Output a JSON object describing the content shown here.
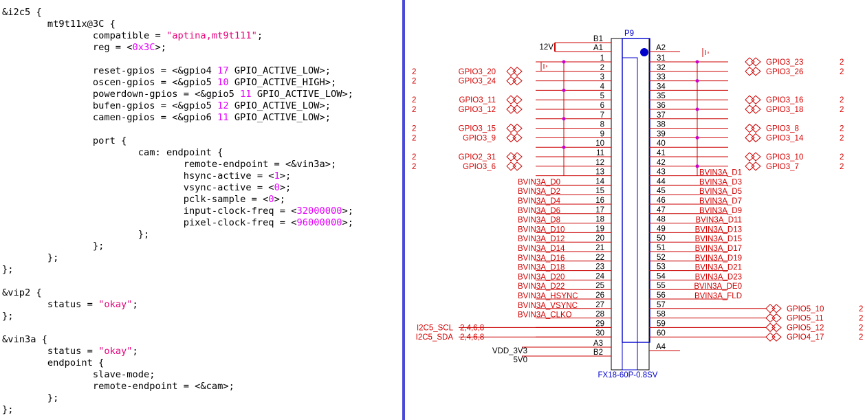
{
  "code": {
    "lines": [
      [
        {
          "t": "&i2c5 {"
        }
      ],
      [
        {
          "t": "        mt9t11x@3C {"
        }
      ],
      [
        {
          "t": "                compatible = "
        },
        {
          "t": "\"aptina,mt9t111\"",
          "c": "str"
        },
        {
          "t": ";"
        }
      ],
      [
        {
          "t": "                reg = <"
        },
        {
          "t": "0x3C",
          "c": "num"
        },
        {
          "t": ">;"
        }
      ],
      [
        {
          "t": ""
        }
      ],
      [
        {
          "t": "                reset-gpios = <&gpio4 "
        },
        {
          "t": "17",
          "c": "num"
        },
        {
          "t": " GPIO_ACTIVE_LOW>;"
        }
      ],
      [
        {
          "t": "                oscen-gpios = <&gpio5 "
        },
        {
          "t": "10",
          "c": "num"
        },
        {
          "t": " GPIO_ACTIVE_HIGH>;"
        }
      ],
      [
        {
          "t": "                powerdown-gpios = <&gpio5 "
        },
        {
          "t": "11",
          "c": "num"
        },
        {
          "t": " GPIO_ACTIVE_LOW>;"
        }
      ],
      [
        {
          "t": "                bufen-gpios = <&gpio5 "
        },
        {
          "t": "12",
          "c": "num"
        },
        {
          "t": " GPIO_ACTIVE_LOW>;"
        }
      ],
      [
        {
          "t": "                camen-gpios = <&gpio6 "
        },
        {
          "t": "11",
          "c": "num"
        },
        {
          "t": " GPIO_ACTIVE_LOW>;"
        }
      ],
      [
        {
          "t": ""
        }
      ],
      [
        {
          "t": "                port {"
        }
      ],
      [
        {
          "t": "                        cam: endpoint {"
        }
      ],
      [
        {
          "t": "                                remote-endpoint = <&vin3a>;"
        }
      ],
      [
        {
          "t": "                                hsync-active = <"
        },
        {
          "t": "1",
          "c": "num"
        },
        {
          "t": ">;"
        }
      ],
      [
        {
          "t": "                                vsync-active = <"
        },
        {
          "t": "0",
          "c": "num"
        },
        {
          "t": ">;"
        }
      ],
      [
        {
          "t": "                                pclk-sample = <"
        },
        {
          "t": "0",
          "c": "num"
        },
        {
          "t": ">;"
        }
      ],
      [
        {
          "t": "                                input-clock-freq = <"
        },
        {
          "t": "32000000",
          "c": "num"
        },
        {
          "t": ">;"
        }
      ],
      [
        {
          "t": "                                pixel-clock-freq = <"
        },
        {
          "t": "96000000",
          "c": "num"
        },
        {
          "t": ">;"
        }
      ],
      [
        {
          "t": "                        };"
        }
      ],
      [
        {
          "t": "                };"
        }
      ],
      [
        {
          "t": "        };"
        }
      ],
      [
        {
          "t": "};"
        }
      ],
      [
        {
          "t": ""
        }
      ],
      [
        {
          "t": "&vip2 {"
        }
      ],
      [
        {
          "t": "        status = "
        },
        {
          "t": "\"okay\"",
          "c": "str"
        },
        {
          "t": ";"
        }
      ],
      [
        {
          "t": "};"
        }
      ],
      [
        {
          "t": ""
        }
      ],
      [
        {
          "t": "&vin3a {"
        }
      ],
      [
        {
          "t": "        status = "
        },
        {
          "t": "\"okay\"",
          "c": "str"
        },
        {
          "t": ";"
        }
      ],
      [
        {
          "t": "        endpoint {"
        }
      ],
      [
        {
          "t": "                slave-mode;"
        }
      ],
      [
        {
          "t": "                remote-endpoint = <&cam>;"
        }
      ],
      [
        {
          "t": "        };"
        }
      ],
      [
        {
          "t": "};"
        }
      ]
    ]
  },
  "schematic": {
    "colors": {
      "wire": "#cc0000",
      "net": "#d40000",
      "body": "#0000cc",
      "bus": "#800080",
      "junction": "#cc00cc",
      "pin": "#000000"
    },
    "connector": {
      "ref": "P9",
      "part": "FX18-60P-0.8SV"
    },
    "power": {
      "v12": "12V",
      "vdd": "VDD_3V3",
      "v5": "5V0"
    },
    "special_left": [
      {
        "pin": "B1",
        "net": "12V"
      },
      {
        "pin": "A1",
        "net": ""
      },
      {
        "pin": "A3",
        "net": "VDD_3V3"
      },
      {
        "pin": "B2",
        "net": "5V0"
      }
    ],
    "special_right": [
      {
        "pin": "A2"
      },
      {
        "pin": "A4"
      }
    ],
    "left_pins": [
      "1",
      "2",
      "3",
      "4",
      "5",
      "6",
      "7",
      "8",
      "9",
      "10",
      "11",
      "12",
      "13",
      "14",
      "15",
      "16",
      "17",
      "18",
      "19",
      "20",
      "21",
      "22",
      "23",
      "24",
      "25",
      "26",
      "27",
      "28",
      "29",
      "30"
    ],
    "right_pins": [
      "31",
      "32",
      "33",
      "34",
      "35",
      "36",
      "37",
      "38",
      "39",
      "40",
      "41",
      "42",
      "43",
      "44",
      "45",
      "46",
      "47",
      "48",
      "49",
      "50",
      "51",
      "52",
      "53",
      "54",
      "55",
      "56",
      "57",
      "58",
      "59",
      "60"
    ],
    "left_gpio": [
      {
        "pin": "2",
        "net": "GPIO3_20",
        "sheet": "2"
      },
      {
        "pin": "3",
        "net": "GPIO3_24",
        "sheet": "2"
      },
      {
        "pin": "5",
        "net": "GPIO3_11",
        "sheet": "2"
      },
      {
        "pin": "6",
        "net": "GPIO3_12",
        "sheet": "2"
      },
      {
        "pin": "8",
        "net": "GPIO3_15",
        "sheet": "2"
      },
      {
        "pin": "9",
        "net": "GPIO3_9",
        "sheet": "2"
      },
      {
        "pin": "11",
        "net": "GPIO2_31",
        "sheet": "2"
      },
      {
        "pin": "12",
        "net": "GPIO3_6",
        "sheet": "2"
      }
    ],
    "right_gpio": [
      {
        "pin": "31",
        "net": "GPIO3_23",
        "sheet": "2"
      },
      {
        "pin": "32",
        "net": "GPIO3_26",
        "sheet": "2"
      },
      {
        "pin": "35",
        "net": "GPIO3_16",
        "sheet": "2"
      },
      {
        "pin": "36",
        "net": "GPIO3_18",
        "sheet": "2"
      },
      {
        "pin": "38",
        "net": "GPIO3_8",
        "sheet": "2"
      },
      {
        "pin": "39",
        "net": "GPIO3_14",
        "sheet": "2"
      },
      {
        "pin": "41",
        "net": "GPIO3_10",
        "sheet": "2"
      },
      {
        "pin": "42",
        "net": "GPIO3_7",
        "sheet": "2"
      },
      {
        "pin": "57",
        "net": "GPIO5_10",
        "sheet": "2"
      },
      {
        "pin": "58",
        "net": "GPIO5_11",
        "sheet": "2"
      },
      {
        "pin": "59",
        "net": "GPIO5_12",
        "sheet": "2"
      },
      {
        "pin": "60",
        "net": "GPIO4_17",
        "sheet": "2"
      }
    ],
    "left_bus": [
      {
        "pin": "14",
        "net": "BVIN3A_D0"
      },
      {
        "pin": "15",
        "net": "BVIN3A_D2"
      },
      {
        "pin": "16",
        "net": "BVIN3A_D4"
      },
      {
        "pin": "17",
        "net": "BVIN3A_D6"
      },
      {
        "pin": "18",
        "net": "BVIN3A_D8"
      },
      {
        "pin": "19",
        "net": "BVIN3A_D10"
      },
      {
        "pin": "20",
        "net": "BVIN3A_D12"
      },
      {
        "pin": "21",
        "net": "BVIN3A_D14"
      },
      {
        "pin": "22",
        "net": "BVIN3A_D16"
      },
      {
        "pin": "23",
        "net": "BVIN3A_D18"
      },
      {
        "pin": "24",
        "net": "BVIN3A_D20"
      },
      {
        "pin": "25",
        "net": "BVIN3A_D22"
      },
      {
        "pin": "26",
        "net": "BVIN3A_HSYNC"
      },
      {
        "pin": "27",
        "net": "BVIN3A_VSYNC"
      },
      {
        "pin": "28",
        "net": "BVIN3A_CLKO"
      }
    ],
    "right_bus": [
      {
        "pin": "43",
        "net": "BVIN3A_D1"
      },
      {
        "pin": "44",
        "net": "BVIN3A_D3"
      },
      {
        "pin": "45",
        "net": "BVIN3A_D5"
      },
      {
        "pin": "46",
        "net": "BVIN3A_D7"
      },
      {
        "pin": "47",
        "net": "BVIN3A_D9"
      },
      {
        "pin": "48",
        "net": "BVIN3A_D11"
      },
      {
        "pin": "49",
        "net": "BVIN3A_D13"
      },
      {
        "pin": "50",
        "net": "BVIN3A_D15"
      },
      {
        "pin": "51",
        "net": "BVIN3A_D17"
      },
      {
        "pin": "52",
        "net": "BVIN3A_D19"
      },
      {
        "pin": "53",
        "net": "BVIN3A_D21"
      },
      {
        "pin": "54",
        "net": "BVIN3A_D23"
      },
      {
        "pin": "55",
        "net": "BVIN3A_DE0"
      },
      {
        "pin": "56",
        "net": "BVIN3A_FLD"
      }
    ],
    "i2c": [
      {
        "pin": "29",
        "net": "I2C5_SCL",
        "ref": "2,4,6,8"
      },
      {
        "pin": "30",
        "net": "I2C5_SDA",
        "ref": "2,4,6,8"
      }
    ]
  }
}
